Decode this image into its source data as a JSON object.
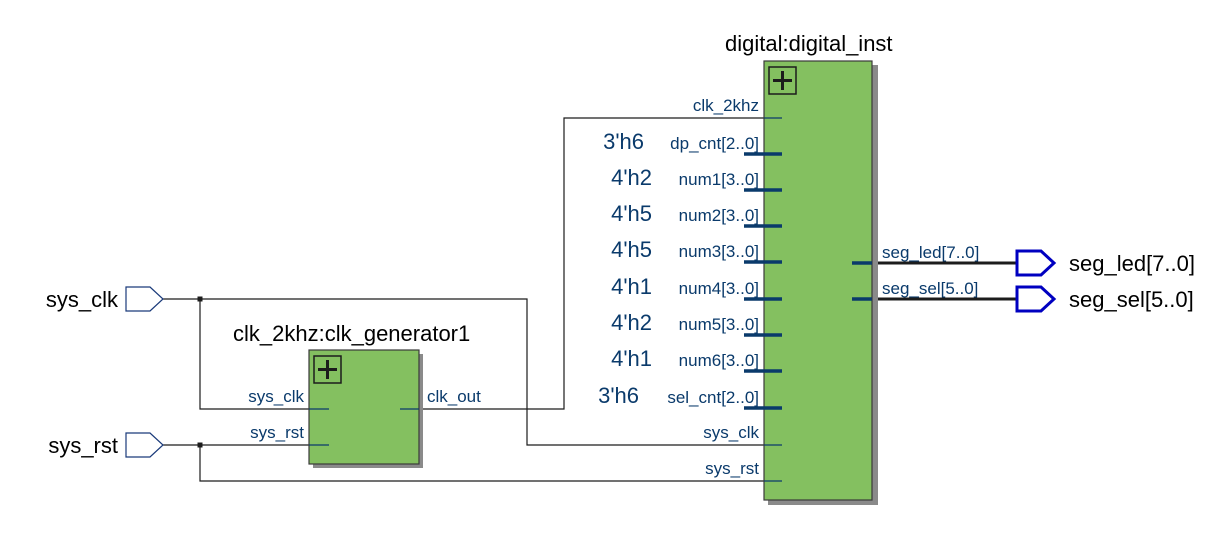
{
  "inputs": {
    "sys_clk": "sys_clk",
    "sys_rst": "sys_rst"
  },
  "outputs": {
    "seg_led": "seg_led[7..0]",
    "seg_sel": "seg_sel[5..0]"
  },
  "clk_generator": {
    "title": "clk_2khz:clk_generator1",
    "ports": {
      "sys_clk": "sys_clk",
      "sys_rst": "sys_rst",
      "clk_out": "clk_out"
    }
  },
  "digital": {
    "title": "digital:digital_inst",
    "ports": {
      "clk_2khz": "clk_2khz",
      "dp_cnt": "dp_cnt[2..0]",
      "num1": "num1[3..0]",
      "num2": "num2[3..0]",
      "num3": "num3[3..0]",
      "num4": "num4[3..0]",
      "num5": "num5[3..0]",
      "num6": "num6[3..0]",
      "sel_cnt": "sel_cnt[2..0]",
      "sys_clk": "sys_clk",
      "sys_rst": "sys_rst",
      "seg_led": "seg_led[7..0]",
      "seg_sel": "seg_sel[5..0]"
    },
    "constants": {
      "dp_cnt": "3'h6",
      "num1": "4'h2",
      "num2": "4'h5",
      "num3": "4'h5",
      "num4": "4'h1",
      "num5": "4'h2",
      "num6": "4'h1",
      "sel_cnt": "3'h6"
    }
  },
  "colors": {
    "block_fill": "#84c060",
    "block_border": "#3a3a3a",
    "shadow": "#8a8a8a",
    "port_text": "#0a3a6b",
    "output_pin": "#0000c0"
  }
}
